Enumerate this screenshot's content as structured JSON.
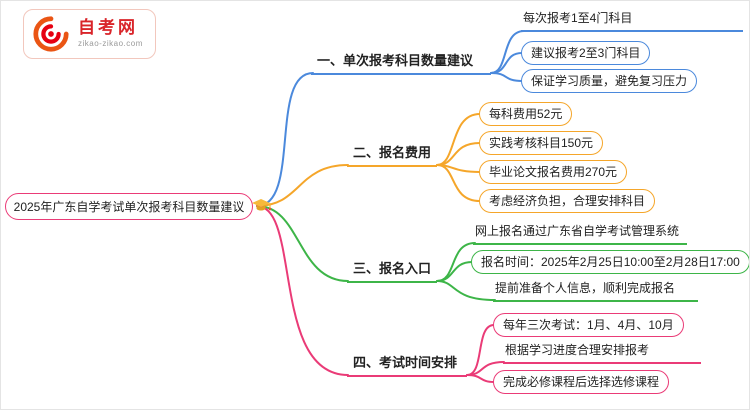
{
  "logo": {
    "name": "自考网",
    "domain": "zikao-zikao.com"
  },
  "root": {
    "label": "2025年广东自学考试单次报考科目数量建议"
  },
  "branches": [
    {
      "label": "一、单次报考科目数量建议",
      "color": "#4b89dc",
      "children": [
        {
          "text": "每次报考1至4门科目",
          "style": "underline"
        },
        {
          "text": "建议报考2至3门科目",
          "style": "box"
        },
        {
          "text": "保证学习质量，避免复习压力",
          "style": "box"
        }
      ]
    },
    {
      "label": "二、报名费用",
      "color": "#f5a62a",
      "children": [
        {
          "text": "每科费用52元",
          "style": "box"
        },
        {
          "text": "实践考核科目150元",
          "style": "box"
        },
        {
          "text": "毕业论文报名费用270元",
          "style": "box"
        },
        {
          "text": "考虑经济负担，合理安排科目",
          "style": "box"
        }
      ]
    },
    {
      "label": "三、报名入口",
      "color": "#3db548",
      "children": [
        {
          "text": "网上报名通过广东省自学考试管理系统",
          "style": "underline"
        },
        {
          "text": "报名时间：2025年2月25日10:00至2月28日17:00",
          "style": "box"
        },
        {
          "text": "提前准备个人信息，顺利完成报名",
          "style": "underline"
        }
      ]
    },
    {
      "label": "四、考试时间安排",
      "color": "#ea3b77",
      "children": [
        {
          "text": "每年三次考试：1月、4月、10月",
          "style": "box"
        },
        {
          "text": "根据学习进度合理安排报考",
          "style": "underline"
        },
        {
          "text": "完成必修课程后选择选修课程",
          "style": "box"
        }
      ]
    }
  ],
  "colors": {
    "root_border": "#ea3b77",
    "branch1_blue": "#4b89dc",
    "branch2_orange": "#f5a62a",
    "branch3_green": "#3db548",
    "branch4_pink": "#ea3b77",
    "logo_red": "#d9252a",
    "cap_gold": "#f6b93b"
  }
}
